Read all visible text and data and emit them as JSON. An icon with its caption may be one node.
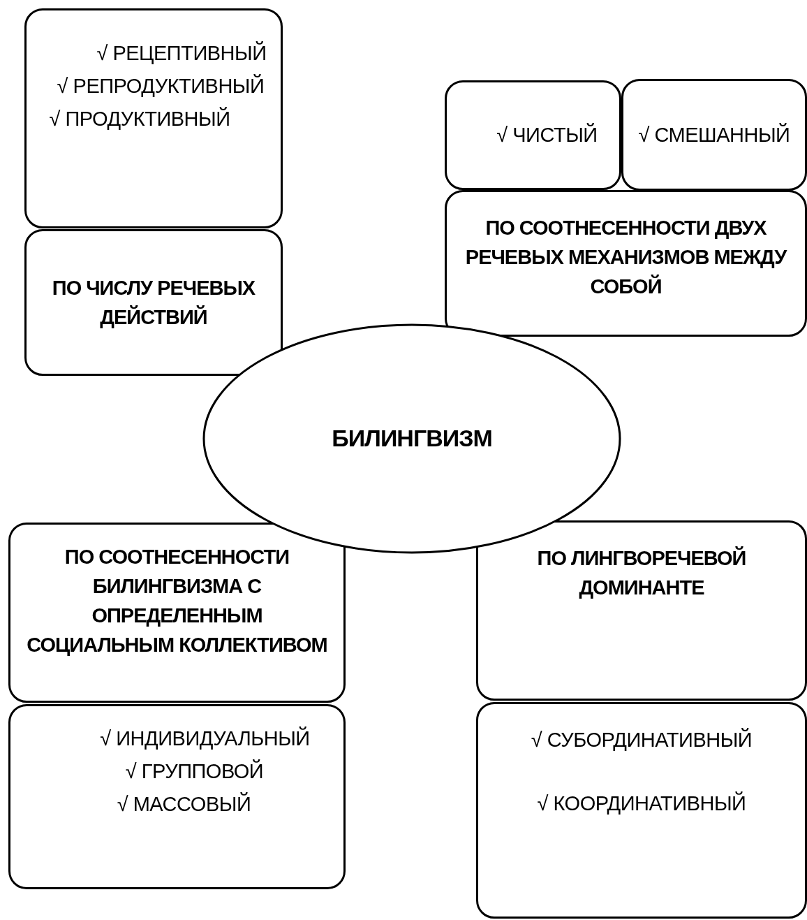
{
  "diagram": {
    "nodes": [
      {
        "text": [
          "√ РЕЦЕПТИВНЫЙ",
          "√ РЕПРОДУКТИВНЫЙ",
          "√ ПРОДУКТИВНЫЙ"
        ]
      },
      {
        "text": [
          "ПО ЧИСЛУ РЕЧЕВЫХ ДЕЙСТВИЙ"
        ]
      },
      {
        "text": [
          "√ ЧИСТЫЙ"
        ]
      },
      {
        "text": [
          "√ СМЕШАННЫЙ"
        ]
      },
      {
        "text": [
          "ПО СООТНЕСЕННОСТИ ДВУХ РЕЧЕВЫХ МЕХАНИЗМОВ МЕЖДУ СОБОЙ"
        ]
      },
      {
        "text": [
          "БИЛИНГВИЗМ"
        ]
      },
      {
        "text": [
          "ПО СООТНЕСЕННОСТИ БИЛИНГВИЗМА С ОПРЕДЕЛЕННЫМ СОЦИАЛЬНЫМ КОЛЛЕКТИВОМ"
        ]
      },
      {
        "text": [
          "√ ИНДИВИДУАЛЬНЫЙ",
          "√ ГРУППОВОЙ",
          "√ МАССОВЫЙ"
        ]
      },
      {
        "text": [
          "ПО ЛИНГВОРЕЧЕВОЙ ДОМИНАНТЕ"
        ]
      },
      {
        "text": [
          "√ СУБОРДИНАТИВНЫЙ",
          "√ КООРДИНАТИВНЫЙ"
        ]
      }
    ],
    "edges": []
  }
}
